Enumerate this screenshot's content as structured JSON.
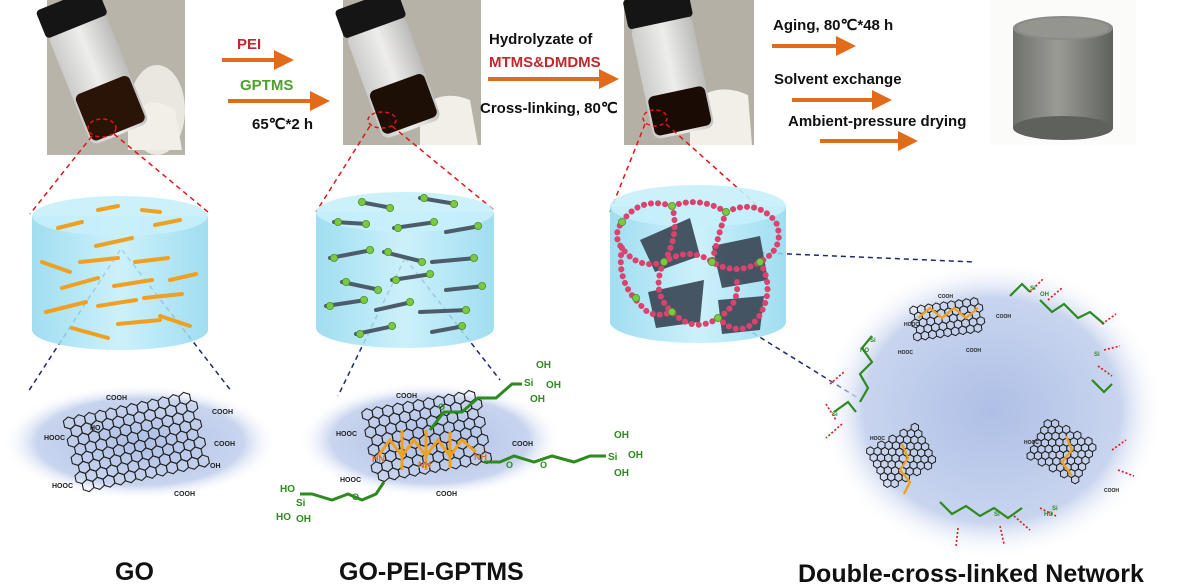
{
  "colors": {
    "arrow": "#e26b1a",
    "pei": "#c0282d",
    "gptms": "#4f9e2f",
    "reagent": "#c0282d",
    "text": "#111111",
    "cylinder": "#a9e4f5",
    "sheet_orange": "#f0a020",
    "sheet_gray": "#4d5c6a",
    "silica_ball": "#d9436e",
    "green_ball": "#7ac943",
    "green_chain": "#2d8a1f",
    "halo": "#b8c8e8"
  },
  "steps": {
    "step1": {
      "line1": "PEI",
      "line2": "GPTMS",
      "line3": "65℃*2 h"
    },
    "step2": {
      "line1": "Hydrolyzate of",
      "line2": "MTMS&DMDMS",
      "line3": "Cross-linking, 80℃"
    },
    "step3": {
      "line1": "Aging, 80℃*48 h",
      "line2": "Solvent exchange",
      "line3": "Ambient-pressure drying"
    }
  },
  "bottom_labels": {
    "go": "GO",
    "go_pei_gptms": "GO-PEI-GPTMS",
    "network": "Double-cross-linked Network"
  },
  "chem_labels": {
    "cooh": "COOH",
    "hooc": "HOOC",
    "ho": "HO",
    "oh": "OH",
    "si": "Si",
    "o": "O",
    "nh": "NH",
    "n": "N",
    "hn": "HN"
  },
  "icons": {
    "vial1": "vial-dark-solution-icon",
    "vial2": "vial-dark-solution-icon",
    "vial3": "vial-gel-icon",
    "aerogel": "aerogel-cylinder-icon"
  }
}
